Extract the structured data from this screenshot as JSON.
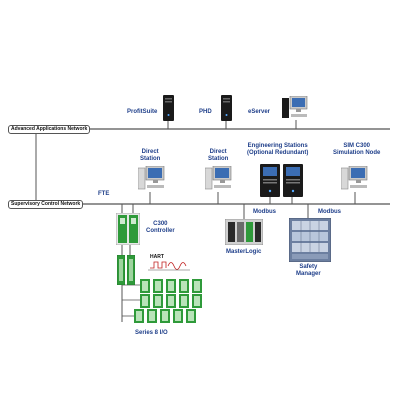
{
  "networks": {
    "advanced": "Advanced Applications Network",
    "supervisory": "Supervisory Control Network",
    "fte": "FTE"
  },
  "nodes": {
    "profitsuite": "ProfitSuite",
    "phd": "PHD",
    "eserver": "eServer",
    "direct_station_1": [
      "Direct",
      "Station"
    ],
    "direct_station_2": [
      "Direct",
      "Station"
    ],
    "engineering_stations": [
      "Engineering Stations",
      "(Optional Redundant)"
    ],
    "sim_c300": [
      "SIM C300",
      "Simulation Node"
    ],
    "c300_controller": [
      "C300",
      "Controller"
    ],
    "hart": "HART",
    "modbus_1": "Modbus",
    "modbus_2": "Modbus",
    "masterlogic": "MasterLogic",
    "safety_manager": [
      "Safety",
      "Manager"
    ],
    "series8_io": "Series 8 I/O"
  },
  "colors": {
    "label_text": "#1f3f8a",
    "network_line": "#555555",
    "io_green": "#2f9a3a",
    "server_black": "#1a1a1a",
    "cabinet_blue": "#6c7fa0"
  },
  "icons": {
    "server": "server-tower-icon",
    "workstation": "workstation-icon",
    "controller": "controller-icon",
    "io_module": "io-module-icon"
  }
}
